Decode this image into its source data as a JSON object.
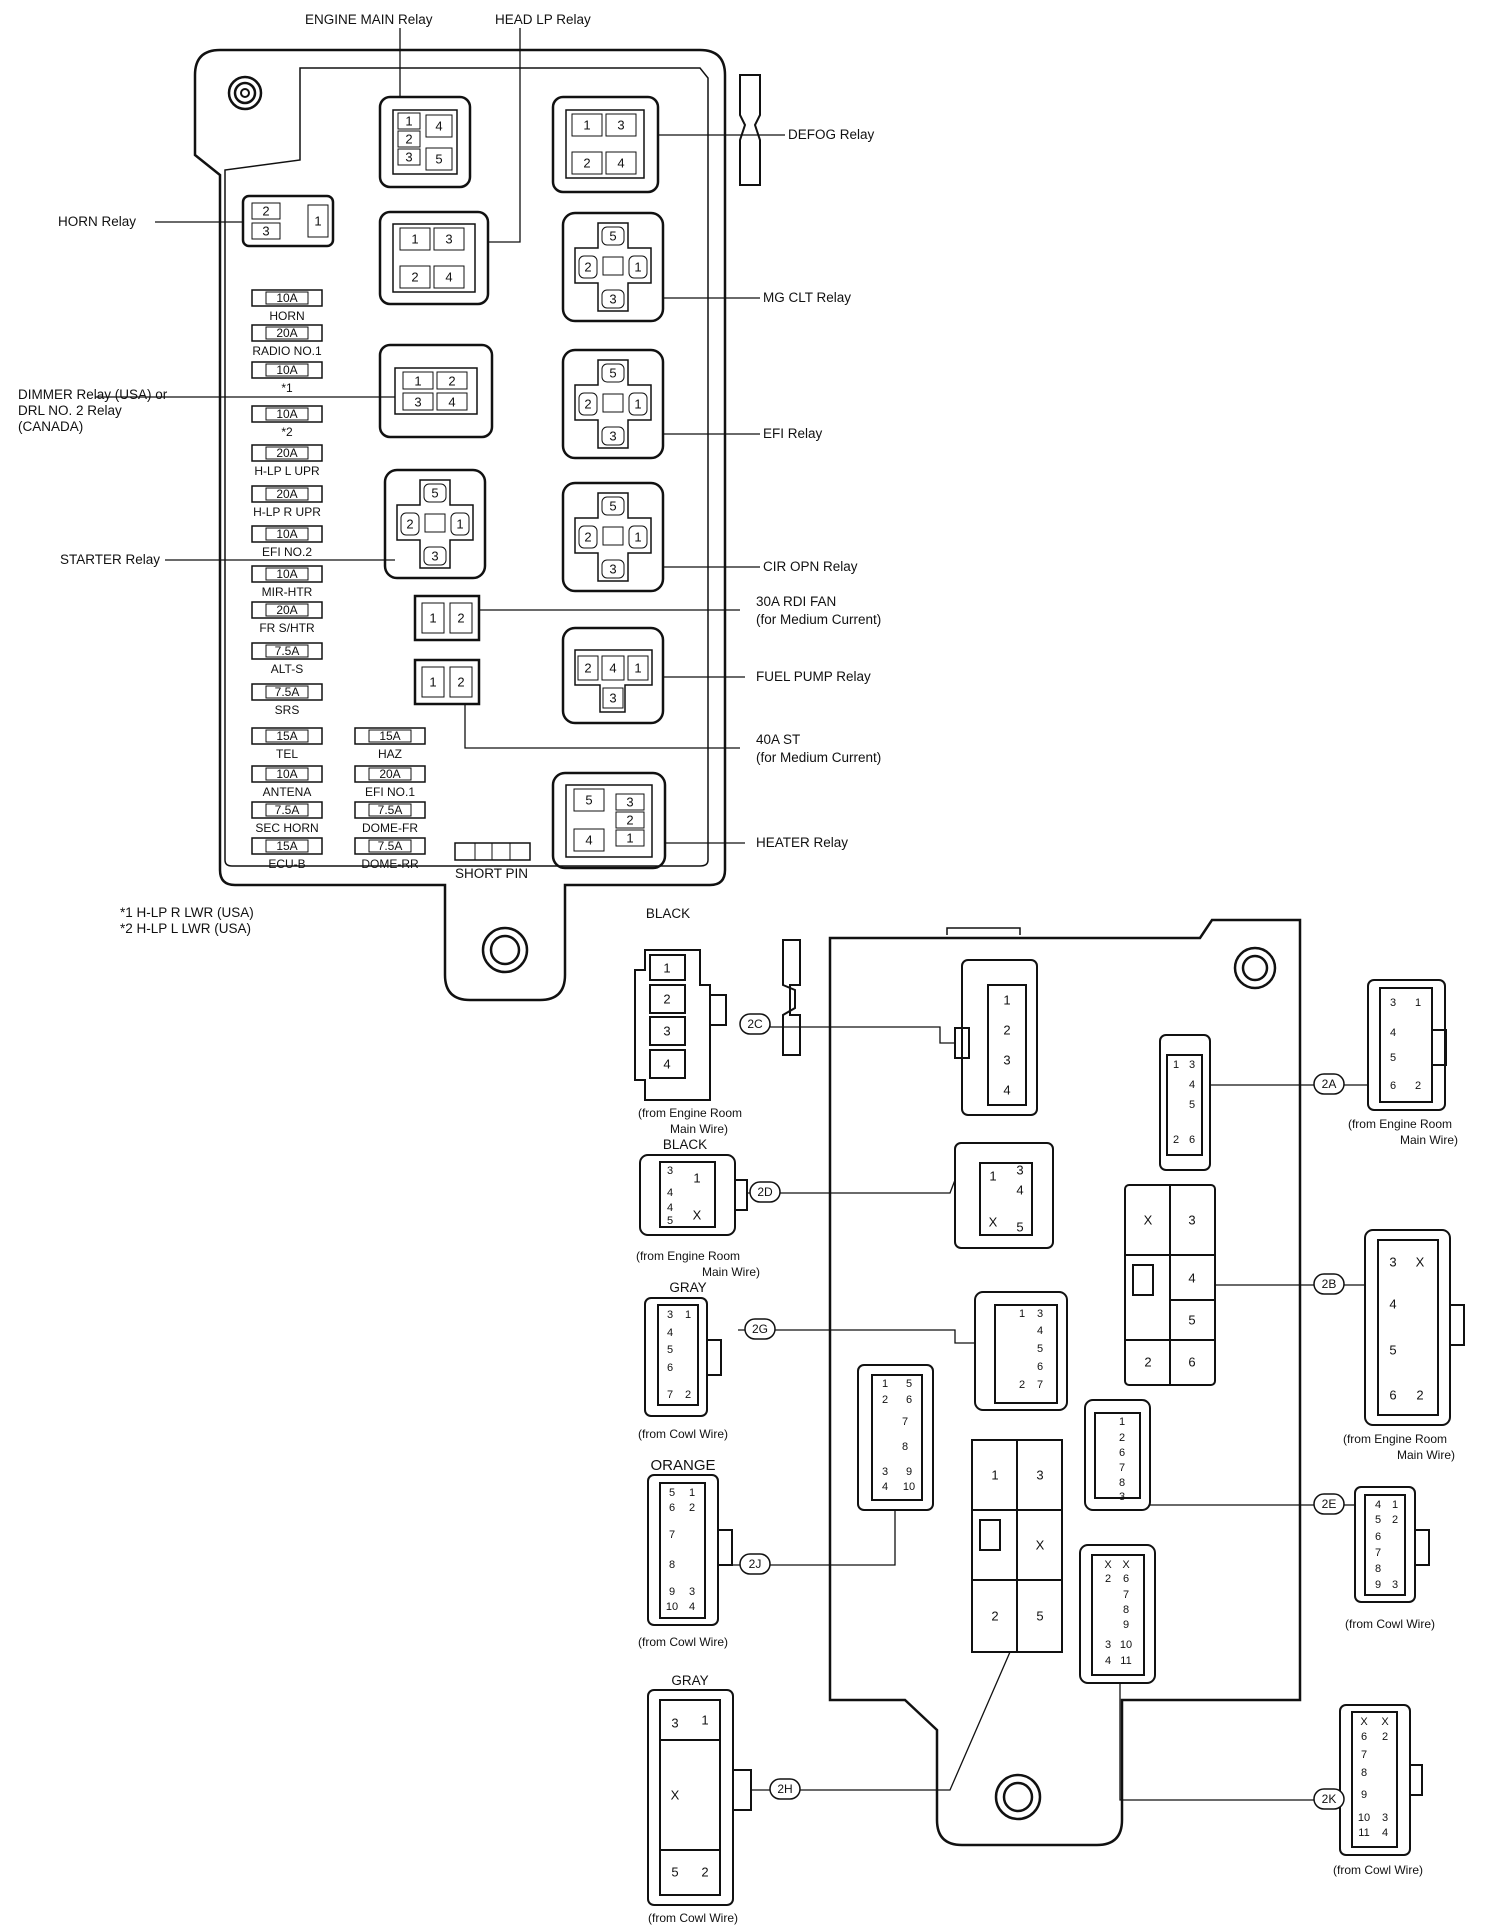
{
  "top_box": {
    "callouts": {
      "engine_main_relay": "ENGINE MAIN Relay",
      "head_lp_relay": "HEAD LP Relay",
      "defog_relay": "DEFOG Relay",
      "horn_relay": "HORN Relay",
      "mg_clt_relay": "MG CLT Relay",
      "dimmer_relay_1": "DIMMER Relay (USA) or",
      "dimmer_relay_2": "DRL NO. 2 Relay",
      "dimmer_relay_3": "(CANADA)",
      "efi_relay": "EFI Relay",
      "starter_relay": "STARTER Relay",
      "cir_opn_relay": "CIR OPN Relay",
      "rdi_fan_1": "30A RDI FAN",
      "rdi_fan_2": "(for Medium Current)",
      "fuel_pump_relay": "FUEL PUMP Relay",
      "st_1": "40A ST",
      "st_2": "(for Medium Current)",
      "heater_relay": "HEATER Relay",
      "short_pin": "SHORT PIN"
    },
    "fuses_left": [
      {
        "amp": "10A",
        "name": "HORN"
      },
      {
        "amp": "20A",
        "name": "RADIO NO.1"
      },
      {
        "amp": "10A",
        "name": "*1"
      },
      {
        "amp": "10A",
        "name": "*2"
      },
      {
        "amp": "20A",
        "name": "H-LP L UPR"
      },
      {
        "amp": "20A",
        "name": "H-LP R UPR"
      },
      {
        "amp": "10A",
        "name": "EFI NO.2"
      },
      {
        "amp": "10A",
        "name": "MIR-HTR"
      },
      {
        "amp": "20A",
        "name": "FR S/HTR"
      },
      {
        "amp": "7.5A",
        "name": "ALT-S"
      },
      {
        "amp": "7.5A",
        "name": "SRS"
      },
      {
        "amp": "15A",
        "name": "TEL"
      },
      {
        "amp": "10A",
        "name": "ANTENA"
      },
      {
        "amp": "7.5A",
        "name": "SEC HORN"
      },
      {
        "amp": "15A",
        "name": "ECU-B"
      }
    ],
    "fuses_right": [
      {
        "amp": "15A",
        "name": "HAZ"
      },
      {
        "amp": "20A",
        "name": "EFI NO.1"
      },
      {
        "amp": "7.5A",
        "name": "DOME-FR"
      },
      {
        "amp": "7.5A",
        "name": "DOME-RR"
      }
    ],
    "footnotes": [
      "*1 H-LP R LWR (USA)",
      "*2 H-LP L LWR (USA)"
    ]
  },
  "bottom_box": {
    "connectors": {
      "2C": {
        "id": "2C",
        "color": "BLACK",
        "source": [
          "(from Engine Room",
          "Main Wire)"
        ]
      },
      "2D": {
        "id": "2D",
        "color": "BLACK",
        "source": [
          "(from Engine Room",
          "Main Wire)"
        ]
      },
      "2G": {
        "id": "2G",
        "color": "GRAY",
        "source": [
          "(from Cowl Wire)"
        ]
      },
      "2J": {
        "id": "2J",
        "color": "ORANGE",
        "source": [
          "(from Cowl Wire)"
        ]
      },
      "2H": {
        "id": "2H",
        "color": "GRAY",
        "source": [
          "(from Cowl Wire)"
        ]
      },
      "2A": {
        "id": "2A",
        "source": [
          "(from Engine Room",
          "Main Wire)"
        ]
      },
      "2B": {
        "id": "2B",
        "source": [
          "(from Engine Room",
          "Main Wire)"
        ]
      },
      "2E": {
        "id": "2E",
        "source": [
          "(from Cowl Wire)"
        ]
      },
      "2K": {
        "id": "2K",
        "source": [
          "(from Cowl Wire)"
        ]
      }
    }
  }
}
